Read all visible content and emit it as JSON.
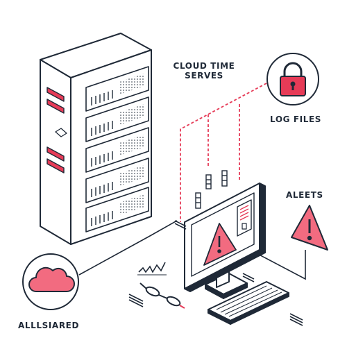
{
  "labels": {
    "cloud_time_line1": "CLOUD TIME",
    "cloud_time_line2": "SERVES",
    "log_files": "LOG FILES",
    "alerts": "ALEETS",
    "cloud_storage": "ALLLSIARED"
  },
  "icons": {
    "server": "server-rack-icon",
    "lock": "padlock-icon",
    "cloud": "cloud-icon",
    "monitor": "computer-monitor-icon",
    "alert": "warning-triangle-icon",
    "keyboard": "keyboard-icon",
    "glasses": "glasses-icon",
    "chart": "bar-chart-icon"
  },
  "colors": {
    "stroke": "#1f2937",
    "accent": "#e63b57",
    "accent_fill": "#f26b80",
    "background": "#ffffff"
  }
}
